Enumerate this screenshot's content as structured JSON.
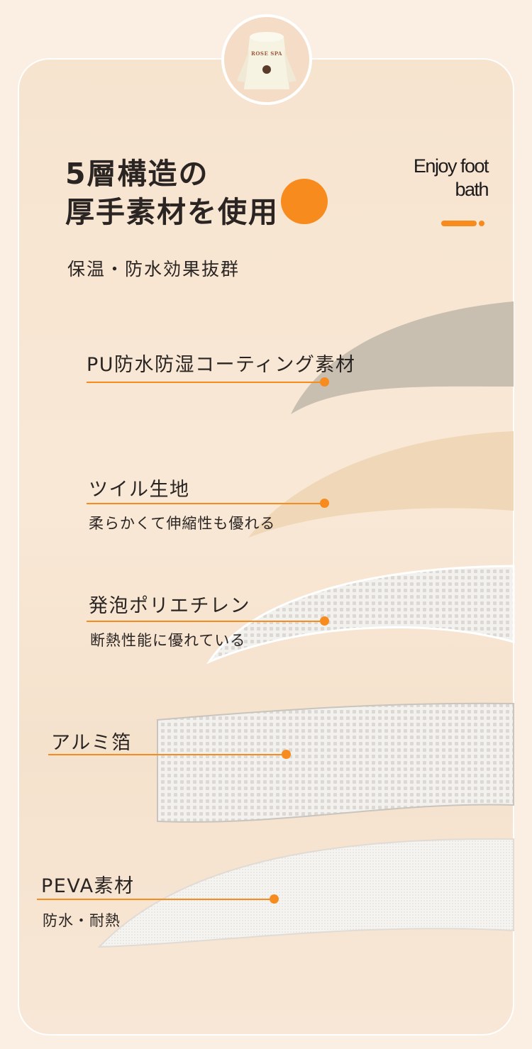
{
  "product": {
    "brand_on_product": "ROSE SPA"
  },
  "header": {
    "title_line1": "5層構造の",
    "title_line2": "厚手素材を使用",
    "tagline_line1": "Enjoy foot",
    "tagline_line2": "bath",
    "subtitle": "保温・防水効果抜群"
  },
  "layers": [
    {
      "label": "PU防水防湿コーティング素材",
      "desc": ""
    },
    {
      "label": "ツイル生地",
      "desc": "柔らかくて伸縮性も優れる"
    },
    {
      "label": "発泡ポリエチレン",
      "desc": "断熱性能に優れている"
    },
    {
      "label": "アルミ箔",
      "desc": ""
    },
    {
      "label": "PEVA素材",
      "desc": "防水・耐熱"
    }
  ],
  "colors": {
    "accent": "#f78b1e",
    "background": "#fbeee2"
  }
}
